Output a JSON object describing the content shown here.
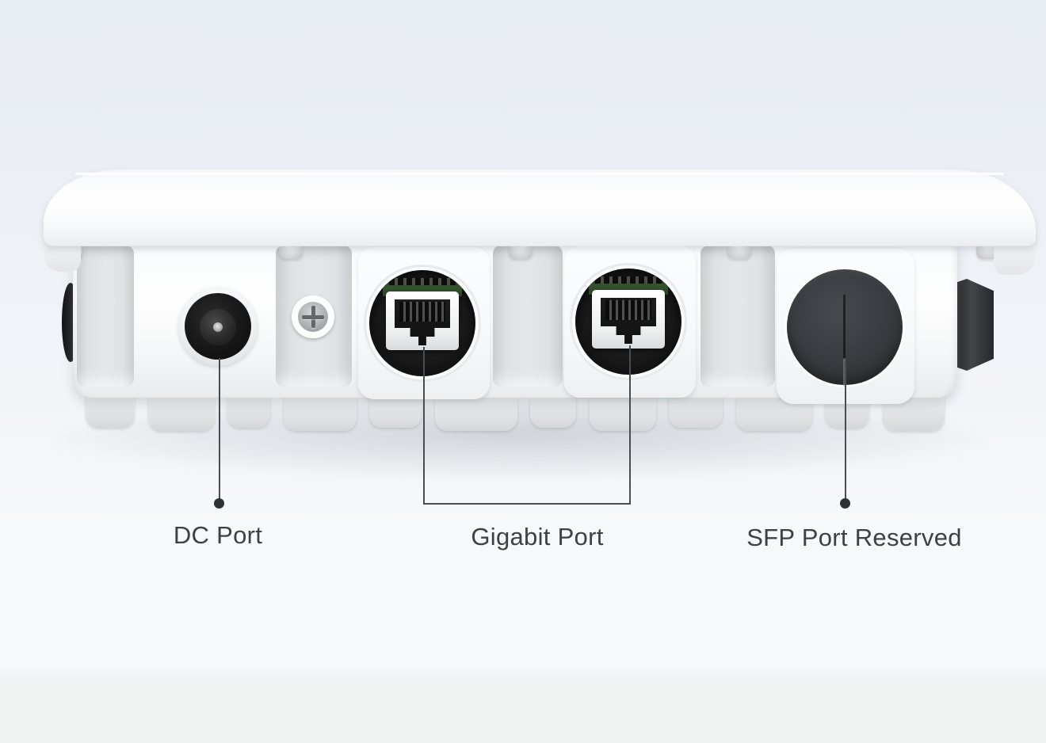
{
  "annotations": {
    "dc": {
      "label": "DC Port"
    },
    "gigabit": {
      "label": "Gigabit Port"
    },
    "sfp": {
      "label": "SFP Port Reserved"
    }
  },
  "device": {
    "ports": [
      "dc-port",
      "security-screw",
      "gigabit-port-1",
      "gigabit-port-2",
      "sfp-port-reserved",
      "cable-gland"
    ]
  },
  "colors": {
    "background_top": "#e9edf4",
    "background_bottom": "#f1f2f2",
    "device_body": "#ffffff",
    "port_recess": "#141414",
    "sfp_plug": "#3a3d41",
    "pcb_green": "#35532f",
    "label_text": "#3e4043",
    "callout_line": "#4a4c4f"
  }
}
